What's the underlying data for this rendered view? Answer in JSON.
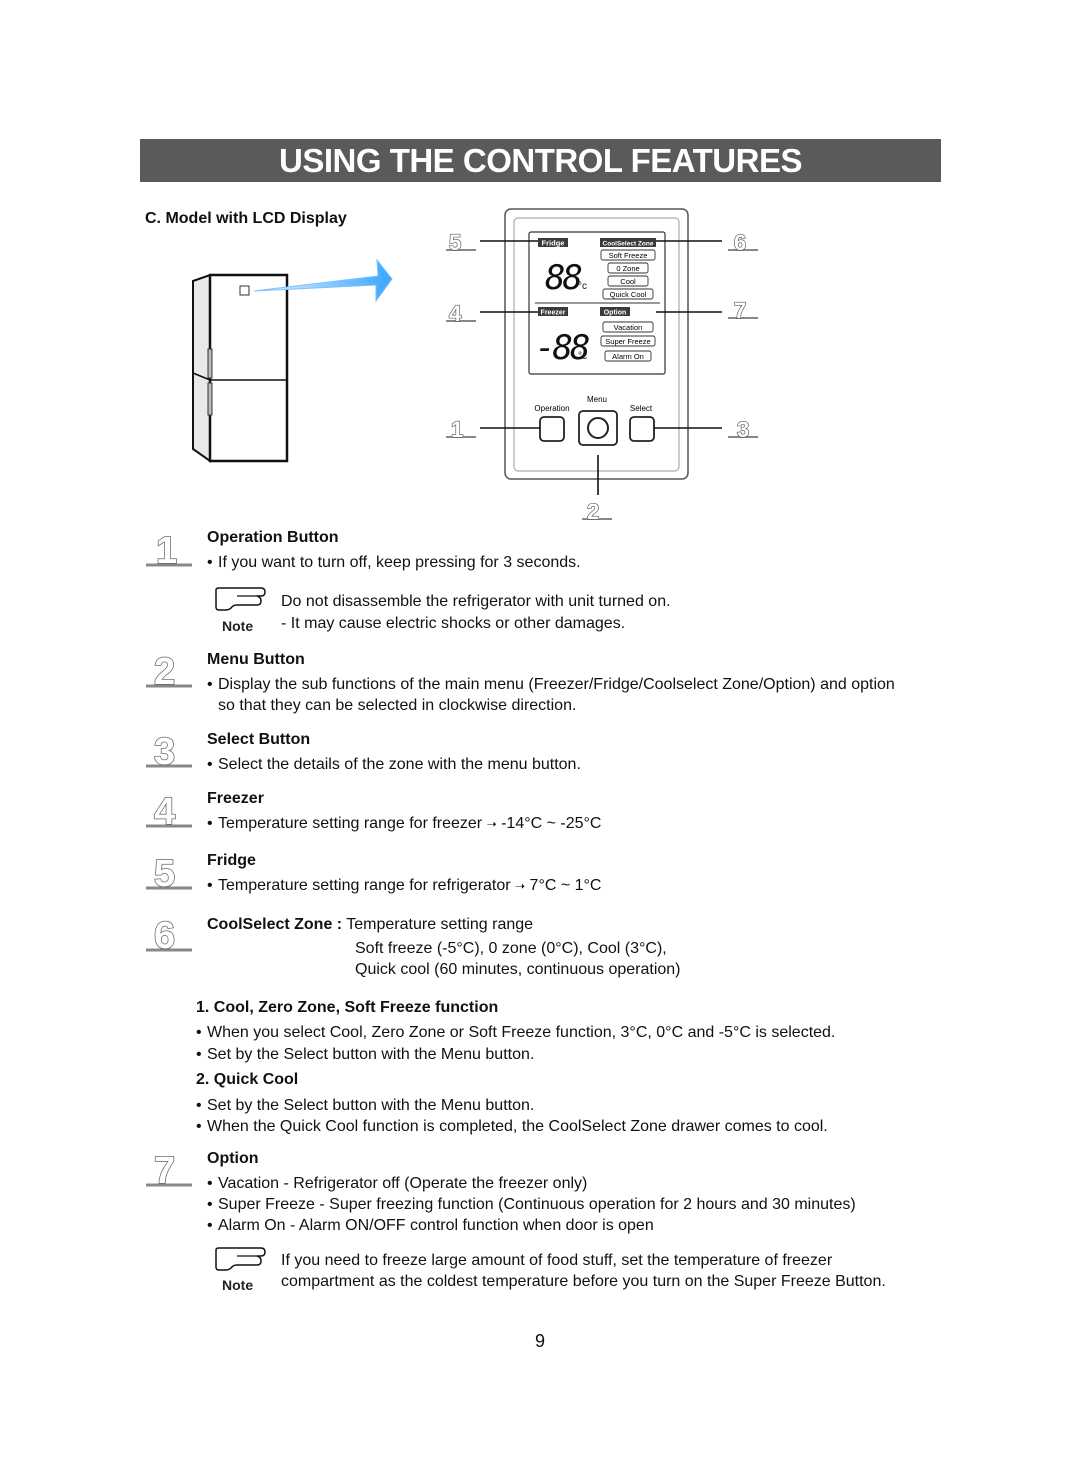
{
  "banner": "USING THE CONTROL FEATURES",
  "subhead": "C. Model with LCD Display",
  "panel": {
    "fridge_tag": "Fridge",
    "coolselect_tag": "CoolSelect Zone",
    "zone_items": [
      "Soft Freeze",
      "0 Zone",
      "Cool",
      "Quick Cool"
    ],
    "fridge_readout": "88",
    "freezer_tag": "Freezer",
    "option_tag": "Option",
    "option_items": [
      "Vacation",
      "Super Freeze",
      "Alarm On"
    ],
    "freezer_readout": "-88",
    "unit": "°c",
    "btn_operation": "Operation",
    "btn_menu": "Menu",
    "btn_select": "Select"
  },
  "callouts": [
    "5",
    "6",
    "4",
    "7",
    "1",
    "3",
    "2"
  ],
  "sections": {
    "s1": {
      "num": "1",
      "title": "Operation Button",
      "bullet": "If you want to turn off, keep pressing for 3 seconds.",
      "note_label": "Note",
      "note_line1": "Do not disassemble the refrigerator with unit turned on.",
      "note_line2": "- It may cause electric shocks or other damages."
    },
    "s2": {
      "num": "2",
      "title": "Menu Button",
      "bullet1": "Display the sub functions of the main menu (Freezer/Fridge/Coolselect Zone/Option) and option",
      "bullet2": "so that they can be selected in clockwise direction."
    },
    "s3": {
      "num": "3",
      "title": "Select Button",
      "bullet": "Select the details of the zone with the menu button."
    },
    "s4": {
      "num": "4",
      "title": "Freezer",
      "bullet_a": "Temperature setting range for freezer ",
      "arrow": "➝",
      "bullet_b": " -14°C ~ -25°C"
    },
    "s5": {
      "num": "5",
      "title": "Fridge",
      "bullet_a": "Temperature setting range for refrigerator ",
      "arrow": "➝",
      "bullet_b": " 7°C ~ 1°C"
    },
    "s6": {
      "num": "6",
      "title": "CoolSelect Zone :",
      "title_rest": " Temperature setting range",
      "line2": "Soft freeze (-5°C), 0 zone (0°C), Cool (3°C),",
      "line3": "Quick cool (60 minutes, continuous operation)",
      "sub1_title": "1. Cool, Zero Zone, Soft Freeze function",
      "sub1_b1": "When you select Cool, Zero Zone or Soft Freeze function, 3°C, 0°C and -5°C is selected.",
      "sub1_b2": "Set by the Select button with the Menu button.",
      "sub2_title": "2. Quick Cool",
      "sub2_b1": "Set by the Select button with the Menu button.",
      "sub2_b2": "When the Quick Cool function is completed, the CoolSelect Zone drawer comes to cool."
    },
    "s7": {
      "num": "7",
      "title": "Option",
      "b1": "Vacation - Refrigerator off (Operate the freezer only)",
      "b2": "Super Freeze - Super freezing function (Continuous operation for 2 hours and 30 minutes)",
      "b3": "Alarm On - Alarm ON/OFF control function when door is open",
      "note_label": "Note",
      "note_line1": "If you need to freeze large amount of food stuff, set the temperature of freezer",
      "note_line2": "compartment as the coldest temperature before you turn on the Super Freeze Button."
    }
  },
  "page_number": "9"
}
